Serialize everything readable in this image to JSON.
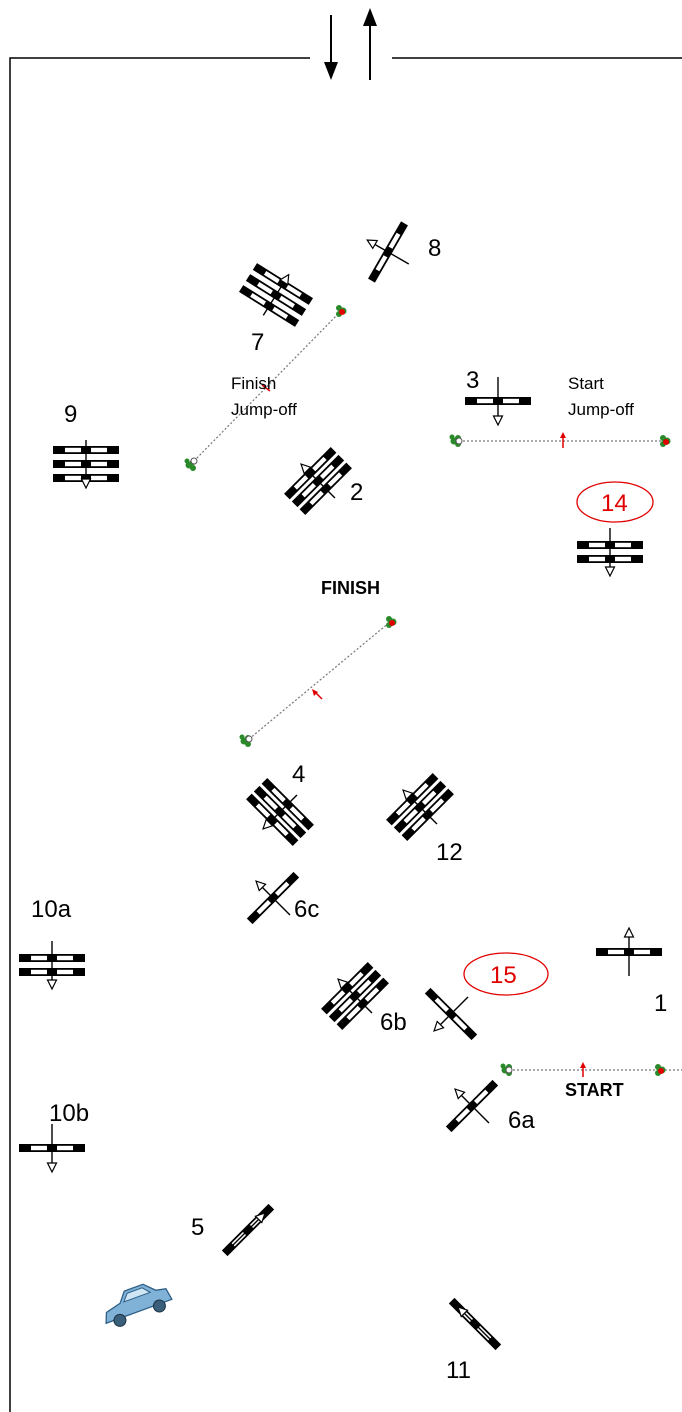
{
  "colors": {
    "line": "#000000",
    "bar_white": "#ffffff",
    "flag_red": "#e00000",
    "flag_green": "#2a8a2a",
    "dotted": "#777777",
    "car": "#7fb2d6"
  },
  "labels": {
    "fence_1": "1",
    "fence_2": "2",
    "fence_3": "3",
    "fence_4": "4",
    "fence_5": "5",
    "fence_6a": "6a",
    "fence_6b": "6b",
    "fence_6c": "6c",
    "fence_7": "7",
    "fence_8": "8",
    "fence_9": "9",
    "fence_10a": "10a",
    "fence_10b": "10b",
    "fence_11": "11",
    "fence_12": "12",
    "fence_14": "14",
    "fence_15": "15",
    "start": "START",
    "finish": "FINISH",
    "start_jumpoff_line1": "Start",
    "start_jumpoff_line2": "Jump-off",
    "finish_jumpoff_line1": "Finish",
    "finish_jumpoff_line2": "Jump-off"
  },
  "icons": {
    "entrance": "entrance-arrows-icon",
    "car": "car-icon"
  }
}
